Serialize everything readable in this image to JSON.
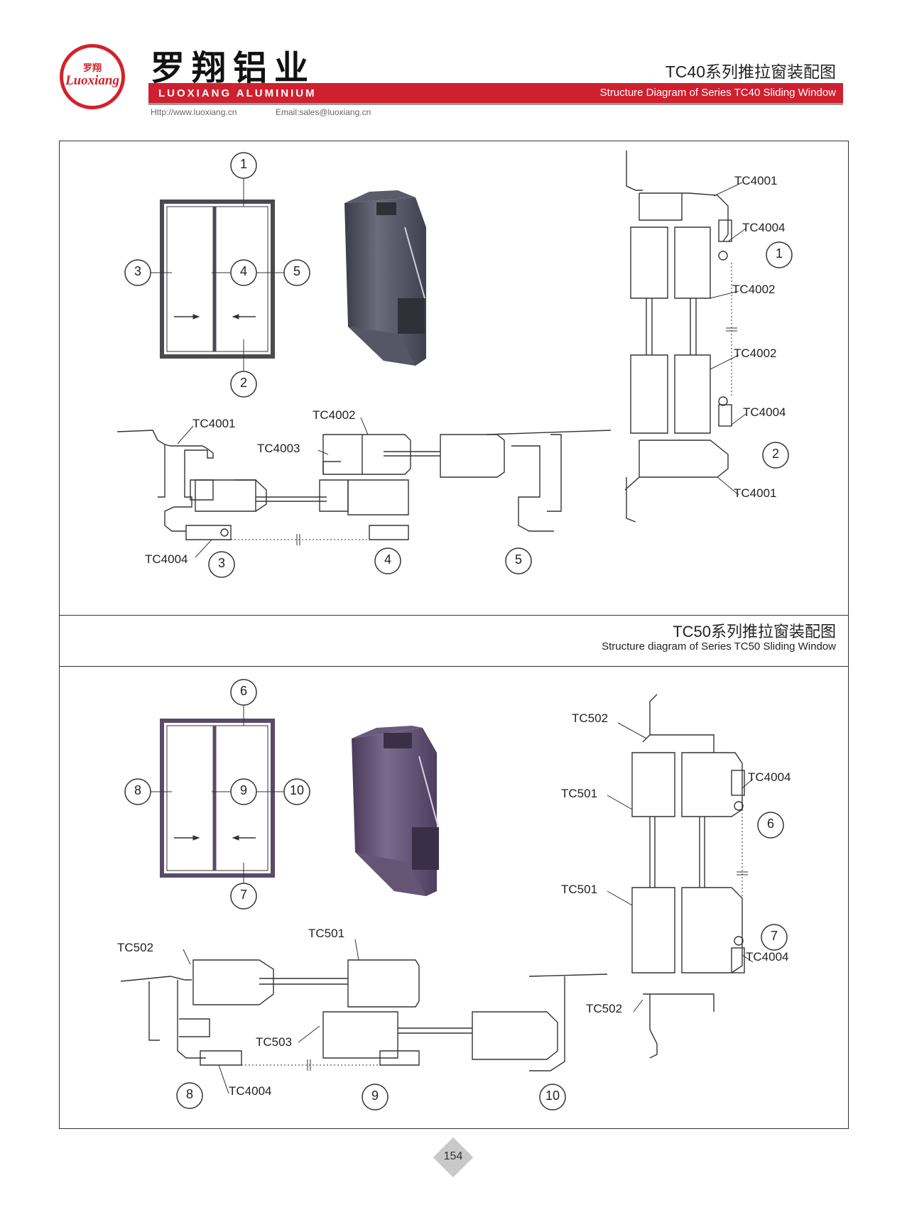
{
  "header": {
    "logo_cn": "罗翔",
    "logo_en": "Luoxiang",
    "brand_cn": "罗翔铝业",
    "brand_en": "LUOXIANG ALUMINIUM",
    "website": "Http://www.luoxiang.cn",
    "email": "Email:sales@luoxiang.cn",
    "title_cn": "TC40系列推拉窗装配图",
    "title_en": "Structure Diagram of Series TC40 Sliding Window",
    "brand_color": "#cf2030"
  },
  "section_tc40": {
    "front_view_callouts": [
      "1",
      "2",
      "3",
      "4",
      "5"
    ],
    "horizontal_labels": [
      "TC4001",
      "TC4002",
      "TC4003",
      "TC4004"
    ],
    "horizontal_callouts": [
      "3",
      "4",
      "5"
    ],
    "vertical_labels": [
      "TC4001",
      "TC4004",
      "TC4002",
      "TC4002",
      "TC4004",
      "TC4001"
    ],
    "vertical_callouts": [
      "1",
      "2"
    ],
    "profile_color": "#4a4c5a"
  },
  "section_tc50": {
    "title_cn": "TC50系列推拉窗装配图",
    "title_en": "Structure diagram of Series TC50 Sliding Window",
    "front_view_callouts": [
      "6",
      "7",
      "8",
      "9",
      "10"
    ],
    "horizontal_labels": [
      "TC502",
      "TC501",
      "TC503",
      "TC4004"
    ],
    "horizontal_callouts": [
      "8",
      "9",
      "10"
    ],
    "vertical_labels": [
      "TC502",
      "TC4004",
      "TC501",
      "TC501",
      "TC4004",
      "TC502"
    ],
    "vertical_callouts": [
      "6",
      "7"
    ],
    "profile_color": "#5a4a6a"
  },
  "page_number": "154"
}
